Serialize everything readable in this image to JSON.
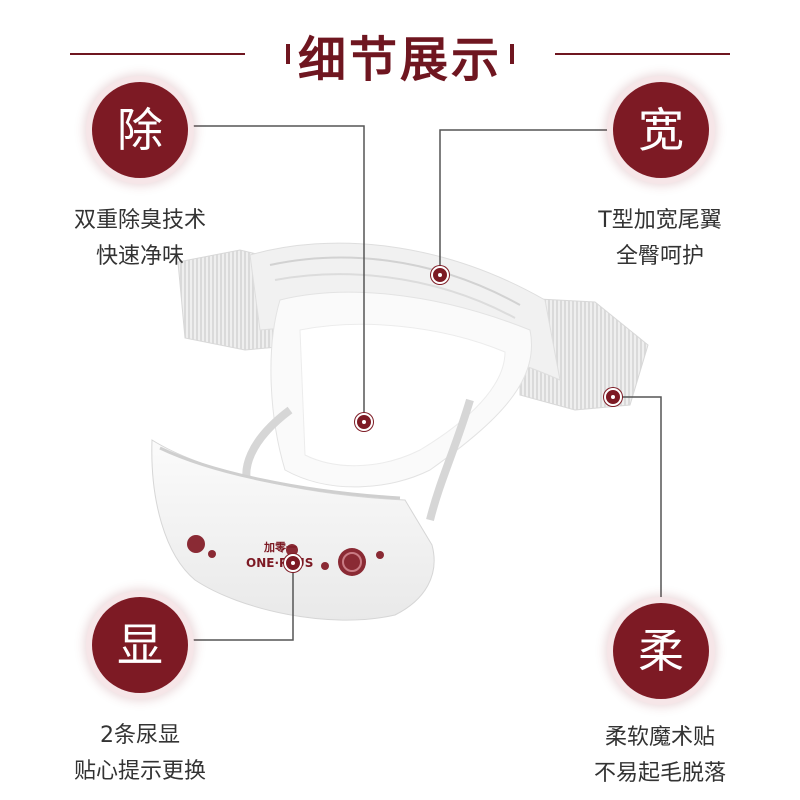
{
  "title": "细节展示",
  "features": {
    "tl": {
      "char": "除",
      "lines": [
        "双重除臭技术",
        "快速净味"
      ]
    },
    "tr": {
      "char": "宽",
      "lines": [
        "T型加宽尾翼",
        "全臀呵护"
      ]
    },
    "bl": {
      "char": "显",
      "lines": [
        "2条尿显",
        "贴心提示更换"
      ]
    },
    "br": {
      "char": "柔",
      "lines": [
        "柔软魔术贴",
        "不易起毛脱落"
      ]
    }
  },
  "product": {
    "brand_cn": "加零一",
    "brand_en": "ONE·PLUS"
  },
  "colors": {
    "accent": "#7d1a24",
    "text": "#333333"
  }
}
